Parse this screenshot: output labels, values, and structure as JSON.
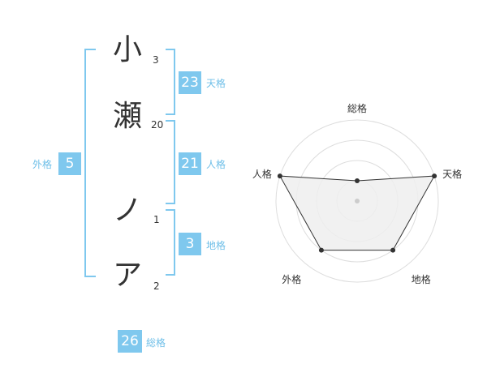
{
  "name": {
    "chars": [
      {
        "char": "小",
        "strokes": "3"
      },
      {
        "char": "瀬",
        "strokes": "20"
      },
      {
        "char": "ノ",
        "strokes": "1"
      },
      {
        "char": "ア",
        "strokes": "2"
      }
    ]
  },
  "kaku": {
    "tenkaku": {
      "label": "天格",
      "value": "23"
    },
    "jinkaku": {
      "label": "人格",
      "value": "21"
    },
    "chikaku": {
      "label": "地格",
      "value": "3"
    },
    "gaikaku": {
      "label": "外格",
      "value": "5"
    },
    "soukaku": {
      "label": "総格",
      "value": "26"
    }
  },
  "chart_data": {
    "type": "radar",
    "axes": [
      "総格",
      "天格",
      "地格",
      "外格",
      "人格"
    ],
    "values": [
      1,
      4,
      3,
      3,
      4
    ],
    "rmax": 4
  },
  "colors": {
    "accent": "#7fc8ee",
    "text": "#333333",
    "radar_fill": "#eeeeee",
    "grid": "#dddddd"
  }
}
